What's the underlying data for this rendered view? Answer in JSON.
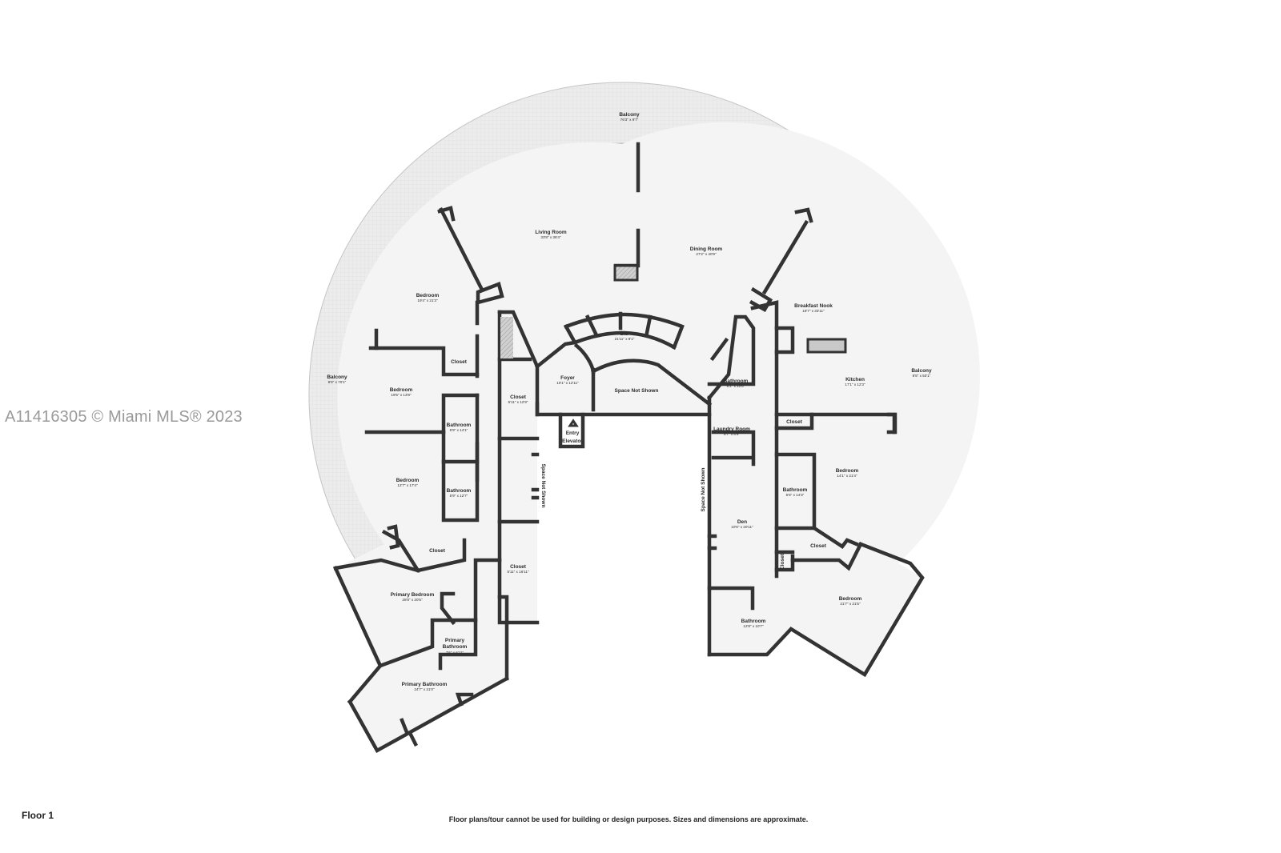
{
  "watermark": "A11416305 © Miami MLS® 2023",
  "floor_label": "Floor 1",
  "disclaimer": "Floor plans/tour cannot be used for building or design purposes. Sizes and dimensions are approximate.",
  "colors": {
    "wall": "#333333",
    "floor": "#f4f4f4",
    "balcony": "#ebebeb",
    "fixture": "#c9c9c9"
  },
  "rooms": [
    {
      "name": "Balcony",
      "dim": "76'3\" x 9'7\""
    },
    {
      "name": "Living Room",
      "dim": "33'8\" x 36'4\""
    },
    {
      "name": "Dining Room",
      "dim": "27'2\" x 40'9\""
    },
    {
      "name": "Bedroom",
      "dim": "19'4\" x 21'3\""
    },
    {
      "name": "Breakfast Nook",
      "dim": "18'7\" x 33'11\""
    },
    {
      "name": "Bar",
      "dim": "21'11\" x 8'1\""
    },
    {
      "name": "Closet",
      "dim": ""
    },
    {
      "name": "Bedroom",
      "dim": "19'5\" x 13'8\""
    },
    {
      "name": "Balcony",
      "dim": "8'6\" x 70'1\""
    },
    {
      "name": "Foyer",
      "dim": "10'1\" x 12'11\""
    },
    {
      "name": "Space Not Shown",
      "dim": ""
    },
    {
      "name": "Closet",
      "dim": "5'11\" x 12'9\""
    },
    {
      "name": "Bathroom",
      "dim": "5'9\" x 14'1\""
    },
    {
      "name": "Entry",
      "dim": ""
    },
    {
      "name": "Elevator",
      "dim": ""
    },
    {
      "name": "Bathroom",
      "dim": "6'2\" x 10'6\""
    },
    {
      "name": "Kitchen",
      "dim": "17'1\" x 12'3\""
    },
    {
      "name": "Balcony",
      "dim": "8'5\" x 50'1\""
    },
    {
      "name": "Closet",
      "dim": ""
    },
    {
      "name": "Laundry Room",
      "dim": "6'7\" x 8'9\""
    },
    {
      "name": "Bedroom",
      "dim": "12'7\" x 17'4\""
    },
    {
      "name": "Bathroom",
      "dim": "5'9\" x 12'7\""
    },
    {
      "name": "Space Not Shown",
      "dim": ""
    },
    {
      "name": "Bedroom",
      "dim": "14'1\" x 21'4\""
    },
    {
      "name": "Bathroom",
      "dim": "5'6\" x 14'3\""
    },
    {
      "name": "Space Not Shown",
      "dim": ""
    },
    {
      "name": "Den",
      "dim": "10'6\" x 20'11\""
    },
    {
      "name": "Closet",
      "dim": ""
    },
    {
      "name": "Closet",
      "dim": "5'11\" x 16'11\""
    },
    {
      "name": "Closet",
      "dim": ""
    },
    {
      "name": "Closet",
      "dim": ""
    },
    {
      "name": "Primary Bedroom",
      "dim": "28'8\" x 20'5\""
    },
    {
      "name": "Bedroom",
      "dim": "21'7\" x 21'5\""
    },
    {
      "name": "Bathroom",
      "dim": "12'8\" x 10'7\""
    },
    {
      "name": "Primary Bathroom",
      "dim": "7'6\" x 6'11\""
    },
    {
      "name": "Primary Bathroom",
      "dim": "24'7\" x 21'0\""
    }
  ]
}
